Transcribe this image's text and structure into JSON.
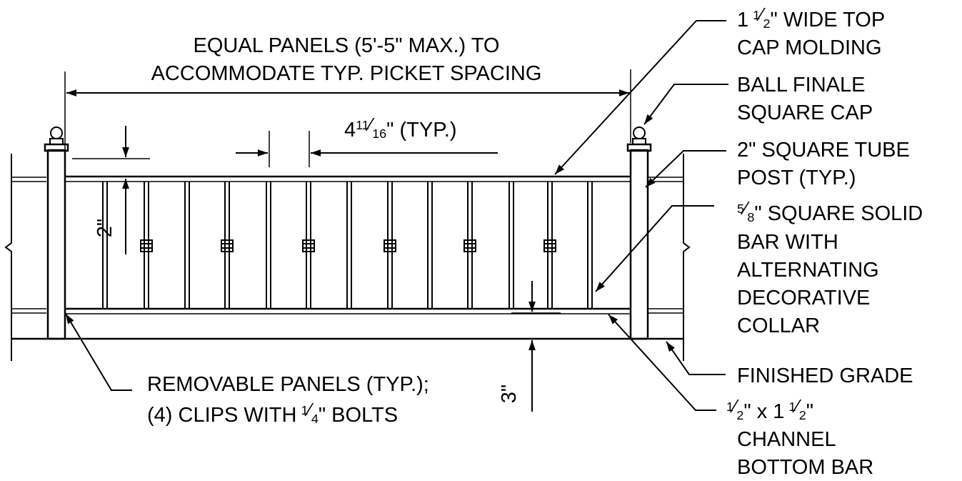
{
  "labels": {
    "panel_dim_line1": "EQUAL PANELS (5'-5\" MAX.) TO",
    "panel_dim_line2": "ACCOMMODATE TYP. PICKET SPACING",
    "picket_spacing_whole": "4",
    "picket_spacing_num": "11",
    "picket_spacing_den": "16",
    "picket_spacing_suffix": "\" (TYP.)",
    "top_gap": "2\"",
    "bottom_gap": "3\"",
    "top_cap_prefix": "1",
    "top_cap_num": "1",
    "top_cap_den": "2",
    "top_cap_line1_rest": "\" WIDE TOP",
    "top_cap_line2": "CAP MOLDING",
    "ball_line1": "BALL FINALE",
    "ball_line2": "SQUARE CAP",
    "post_line1": "2\" SQUARE TUBE",
    "post_line2": "POST (TYP.)",
    "bar_num": "5",
    "bar_den": "8",
    "bar_line1_rest": "\" SQUARE SOLID",
    "bar_line2": "BAR WITH",
    "bar_line3": "ALTERNATING",
    "bar_line4": "DECORATIVE",
    "bar_line5": "COLLAR",
    "grade": "FINISHED GRADE",
    "channel_num1": "1",
    "channel_den1": "2",
    "channel_mid": "\" x 1",
    "channel_num2": "1",
    "channel_den2": "2",
    "channel_end": "\"",
    "channel_line2": "CHANNEL",
    "channel_line3": "BOTTOM BAR",
    "removable_line1": "REMOVABLE PANELS (TYP.);",
    "removable_line2_pre": "(4) CLIPS WITH",
    "removable_num": "1",
    "removable_den": "4",
    "removable_line2_post": "\" BOLTS"
  }
}
